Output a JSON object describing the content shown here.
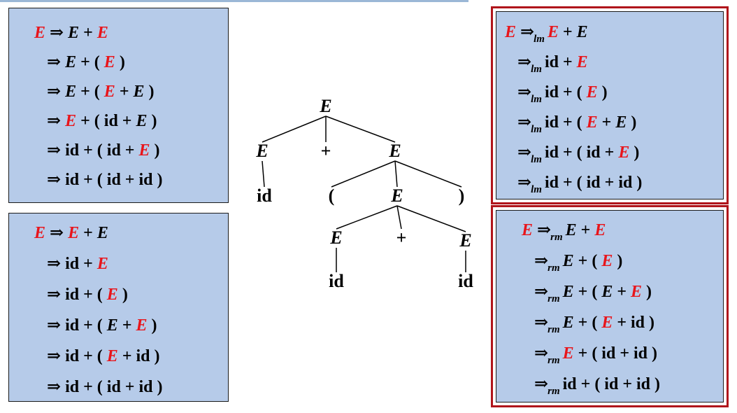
{
  "colors": {
    "box_fill": "#b6cbe9",
    "highlight": "#e8151b",
    "frame": "#b0151b"
  },
  "symbols": {
    "arrow": "⇒",
    "lm": "lm",
    "rm": "rm"
  },
  "box_top_left": {
    "lines": [
      [
        [
          "r",
          "E"
        ],
        [
          "t",
          " ⇒ "
        ],
        [
          "v",
          "E"
        ],
        [
          "t",
          " + "
        ],
        [
          "r",
          "E"
        ]
      ],
      [
        [
          "t",
          "⇒ "
        ],
        [
          "v",
          "E"
        ],
        [
          "t",
          " + ( "
        ],
        [
          "r",
          "E"
        ],
        [
          "t",
          " )"
        ]
      ],
      [
        [
          "t",
          "⇒ "
        ],
        [
          "v",
          "E"
        ],
        [
          "t",
          " + ( "
        ],
        [
          "r",
          "E"
        ],
        [
          "t",
          " + "
        ],
        [
          "v",
          "E"
        ],
        [
          "t",
          " )"
        ]
      ],
      [
        [
          "t",
          "⇒ "
        ],
        [
          "r",
          "E"
        ],
        [
          "t",
          " + ( id + "
        ],
        [
          "v",
          "E"
        ],
        [
          "t",
          " )"
        ]
      ],
      [
        [
          "t",
          "⇒ id + ( id + "
        ],
        [
          "r",
          "E"
        ],
        [
          "t",
          " )"
        ]
      ],
      [
        [
          "t",
          "⇒ id + ( id + id )"
        ]
      ]
    ]
  },
  "box_bottom_left": {
    "lines": [
      [
        [
          "r",
          "E"
        ],
        [
          "t",
          " ⇒ "
        ],
        [
          "r",
          "E"
        ],
        [
          "t",
          " + "
        ],
        [
          "v",
          "E"
        ]
      ],
      [
        [
          "t",
          "⇒ id +  "
        ],
        [
          "r",
          "E"
        ]
      ],
      [
        [
          "t",
          "⇒ id + ( "
        ],
        [
          "r",
          "E"
        ],
        [
          "t",
          " )"
        ]
      ],
      [
        [
          "t",
          "⇒ id + ( "
        ],
        [
          "v",
          "E"
        ],
        [
          "t",
          " + "
        ],
        [
          "r",
          "E"
        ],
        [
          "t",
          " )"
        ]
      ],
      [
        [
          "t",
          "⇒ id + ( "
        ],
        [
          "r",
          "E"
        ],
        [
          "t",
          " + id )"
        ]
      ],
      [
        [
          "t",
          "⇒ id + ( id + id )"
        ]
      ]
    ]
  },
  "box_top_right": {
    "lines": [
      [
        [
          "r",
          "E"
        ],
        [
          "t",
          " ⇒"
        ],
        [
          "s",
          "lm"
        ],
        [
          "r",
          "E"
        ],
        [
          "t",
          " + "
        ],
        [
          "v",
          "E"
        ]
      ],
      [
        [
          "t",
          "⇒"
        ],
        [
          "s",
          "lm"
        ],
        [
          "t",
          "id + "
        ],
        [
          "r",
          "E"
        ]
      ],
      [
        [
          "t",
          "⇒"
        ],
        [
          "s",
          "lm"
        ],
        [
          "t",
          "id + ( "
        ],
        [
          "r",
          "E"
        ],
        [
          "t",
          " )"
        ]
      ],
      [
        [
          "t",
          "⇒"
        ],
        [
          "s",
          "lm"
        ],
        [
          "t",
          "id + ( "
        ],
        [
          "r",
          "E"
        ],
        [
          "t",
          " + "
        ],
        [
          "v",
          "E"
        ],
        [
          "t",
          " )"
        ]
      ],
      [
        [
          "t",
          "⇒"
        ],
        [
          "s",
          "lm"
        ],
        [
          "t",
          "id + ( id + "
        ],
        [
          "r",
          "E"
        ],
        [
          "t",
          " )"
        ]
      ],
      [
        [
          "t",
          "⇒"
        ],
        [
          "s",
          "lm"
        ],
        [
          "t",
          "id + ( id + id )"
        ]
      ]
    ]
  },
  "box_bottom_right": {
    "lines": [
      [
        [
          "r",
          "E"
        ],
        [
          "t",
          " ⇒"
        ],
        [
          "s",
          "rm"
        ],
        [
          "v",
          "E"
        ],
        [
          "t",
          " + "
        ],
        [
          "r",
          "E"
        ]
      ],
      [
        [
          "t",
          "⇒"
        ],
        [
          "s",
          "rm"
        ],
        [
          "v",
          "E"
        ],
        [
          "t",
          " + ( "
        ],
        [
          "r",
          "E"
        ],
        [
          "t",
          " )"
        ]
      ],
      [
        [
          "t",
          "⇒"
        ],
        [
          "s",
          "rm"
        ],
        [
          "v",
          "E"
        ],
        [
          "t",
          " + ( "
        ],
        [
          "v",
          "E"
        ],
        [
          "t",
          " + "
        ],
        [
          "r",
          "E"
        ],
        [
          "t",
          " )"
        ]
      ],
      [
        [
          "t",
          "⇒"
        ],
        [
          "s",
          "rm"
        ],
        [
          "v",
          "E"
        ],
        [
          "t",
          " + ( "
        ],
        [
          "r",
          "E"
        ],
        [
          "t",
          " + id )"
        ]
      ],
      [
        [
          "t",
          "⇒"
        ],
        [
          "s",
          "rm"
        ],
        [
          "r",
          "E"
        ],
        [
          "t",
          " + ( id + id )"
        ]
      ],
      [
        [
          "t",
          "⇒"
        ],
        [
          "s",
          "rm"
        ],
        [
          "t",
          "id + ( id + id )"
        ]
      ]
    ]
  },
  "parse_tree": {
    "nodes": [
      {
        "id": "root",
        "label": "E",
        "italic": true
      },
      {
        "id": "l1_left",
        "label": "E",
        "italic": true
      },
      {
        "id": "l1_plus",
        "label": "+",
        "italic": false
      },
      {
        "id": "l1_right",
        "label": "E",
        "italic": true
      },
      {
        "id": "l1_left_id",
        "label": "id",
        "italic": false
      },
      {
        "id": "l2_lparen",
        "label": "(",
        "italic": false
      },
      {
        "id": "l2_mid",
        "label": "E",
        "italic": true
      },
      {
        "id": "l2_rparen",
        "label": ")",
        "italic": false
      },
      {
        "id": "l3_left",
        "label": "E",
        "italic": true
      },
      {
        "id": "l3_plus",
        "label": "+",
        "italic": false
      },
      {
        "id": "l3_right",
        "label": "E",
        "italic": true
      },
      {
        "id": "l3_left_id",
        "label": "id",
        "italic": false
      },
      {
        "id": "l3_right_id",
        "label": "id",
        "italic": false
      }
    ],
    "edges": [
      [
        "root",
        "l1_left"
      ],
      [
        "root",
        "l1_plus"
      ],
      [
        "root",
        "l1_right"
      ],
      [
        "l1_left",
        "l1_left_id"
      ],
      [
        "l1_right",
        "l2_lparen"
      ],
      [
        "l1_right",
        "l2_mid"
      ],
      [
        "l1_right",
        "l2_rparen"
      ],
      [
        "l2_mid",
        "l3_left"
      ],
      [
        "l2_mid",
        "l3_plus"
      ],
      [
        "l2_mid",
        "l3_right"
      ],
      [
        "l3_left",
        "l3_left_id"
      ],
      [
        "l3_right",
        "l3_right_id"
      ]
    ]
  }
}
